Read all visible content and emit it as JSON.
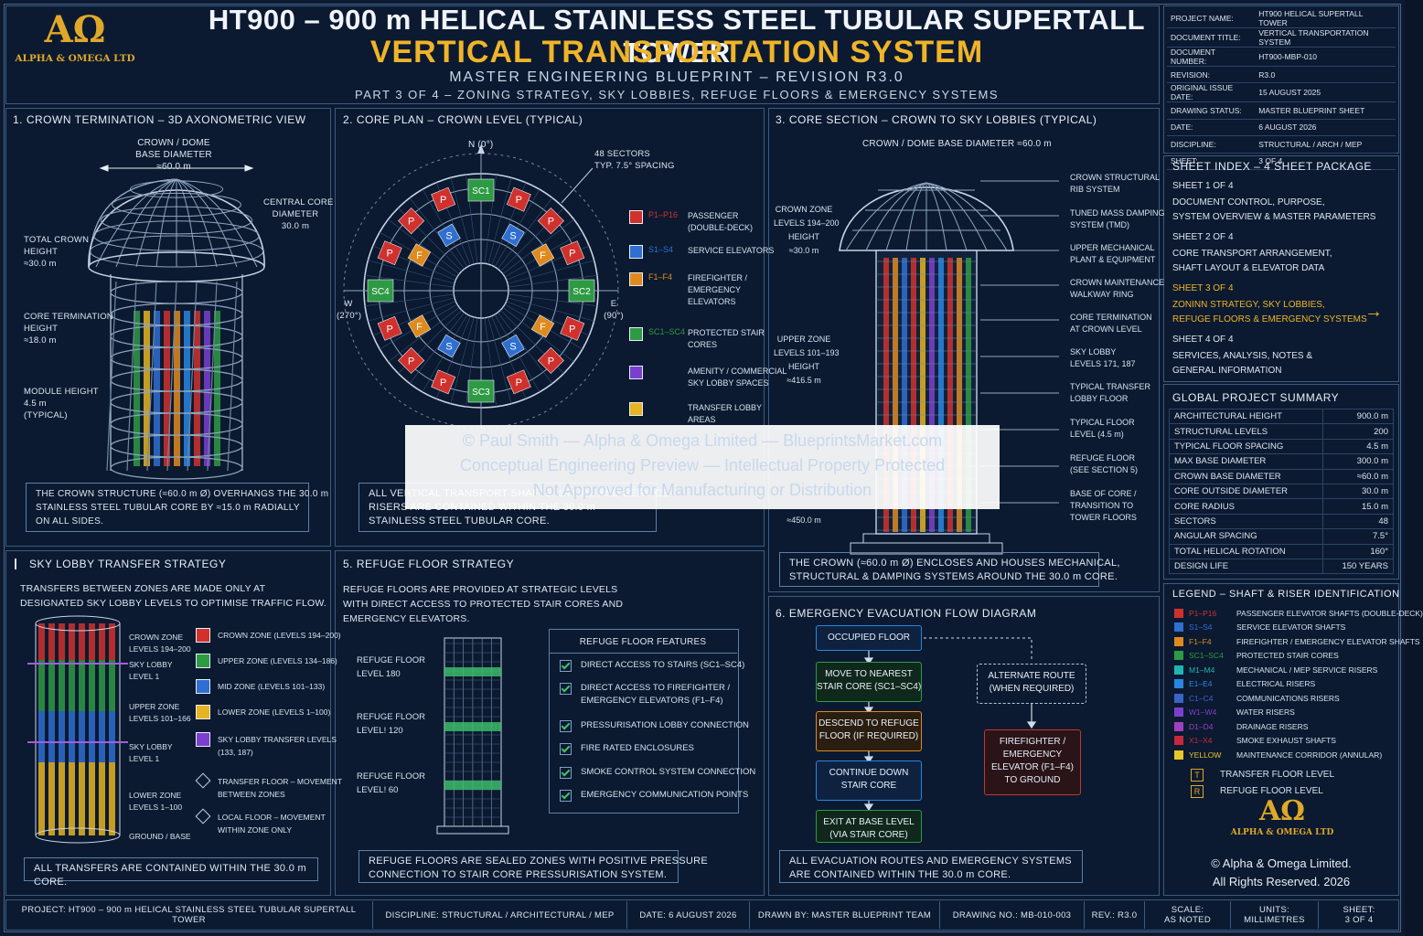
{
  "header": {
    "company": "ALPHA & OMEGA LTD",
    "logo_glyph": "AΩ",
    "title": "HT900 – 900 m HELICAL STAINLESS STEEL TUBULAR SUPERTALL TOWER",
    "subtitle": "VERTICAL TRANSPORTATION SYSTEM",
    "line3": "MASTER ENGINEERING BLUEPRINT – REVISION R3.0",
    "line4": "PART 3 OF 4 – ZONING STRATEGY, SKY LOBBIES, REFUGE FLOORS & EMERGENCY SYSTEMS"
  },
  "doc_info": [
    [
      "PROJECT NAME:",
      "HT900 HELICAL SUPERTALL TOWER"
    ],
    [
      "DOCUMENT TITLE:",
      "VERTICAL TRANSPORTATION SYSTEM"
    ],
    [
      "DOCUMENT NUMBER:",
      "HT900-MBP-010"
    ],
    [
      "REVISION:",
      "R3.0"
    ],
    [
      "ORIGINAL ISSUE DATE:",
      "15 AUGUST 2025"
    ],
    [
      "DRAWING STATUS:",
      "MASTER BLUEPRINT SHEET"
    ],
    [
      "DATE:",
      "6 AUGUST 2026"
    ],
    [
      "DISCIPLINE:",
      "STRUCTURAL / ARCH / MEP"
    ],
    [
      "SHEET:",
      "3 OF 4"
    ]
  ],
  "sheet_index": {
    "title": "SHEET INDEX – 4 SHEET PACKAGE",
    "items": [
      {
        "head": "SHEET 1 OF 4",
        "body": "DOCUMENT CONTROL, PURPOSE,\nSYSTEM OVERVIEW & MASTER PARAMETERS"
      },
      {
        "head": "SHEET 2 OF 4",
        "body": "CORE TRANSPORT ARRANGEMENT,\nSHAFT LAYOUT & ELEVATOR DATA"
      },
      {
        "head": "SHEET 3 OF 4",
        "body": "ZONINN STRATEGY, SKY LOBBIES,\nREFUGE FLOORS & EMERGENCY SYSTEMS"
      },
      {
        "head": "SHEET 4 OF 4",
        "body": "SERVICES, ANALYSIS, NOTES &\nGENERAL INFORMATION"
      }
    ]
  },
  "summary": {
    "title": "GLOBAL PROJECT SUMMARY",
    "rows": [
      [
        "ARCHITECTURAL HEIGHT",
        "900.0 m"
      ],
      [
        "STRUCTURAL LEVELS",
        "200"
      ],
      [
        "TYPICAL FLOOR SPACING",
        "4.5 m"
      ],
      [
        "MAX BASE DIAMETER",
        "300.0 m"
      ],
      [
        "CROWN BASE DIAMETER",
        "≈60.0 m"
      ],
      [
        "CORE OUTSIDE DIAMETER",
        "30.0 m"
      ],
      [
        "CORE RADIUS",
        "15.0 m"
      ],
      [
        "SECTORS",
        "48"
      ],
      [
        "ANGULAR SPACING",
        "7.5°"
      ],
      [
        "TOTAL HELICAL ROTATION",
        "160°"
      ],
      [
        "DESIGN LIFE",
        "150 YEARS"
      ]
    ]
  },
  "legend": {
    "title": "LEGEND – SHAFT & RISER IDENTIFICATION",
    "items": [
      {
        "code": "P1–P16",
        "text": "PASSENGER ELEVATOR SHAFTS (DOUBLE-DECK)",
        "color": "#d0312d"
      },
      {
        "code": "S1–S4",
        "text": "SERVICE ELEVATOR SHAFTS",
        "color": "#2f6fd1"
      },
      {
        "code": "F1–F4",
        "text": "FIREFIGHTER / EMERGENCY ELEVATOR SHAFTS",
        "color": "#e08a1e"
      },
      {
        "code": "SC1–SC4",
        "text": "PROTECTED STAIR CORES",
        "color": "#2e9a44"
      },
      {
        "code": "M1–M4",
        "text": "MECHANICAL / MEP SERVICE RISERS",
        "color": "#1fb5b0"
      },
      {
        "code": "E1–E4",
        "text": "ELECTRICAL RISERS",
        "color": "#2a86e0"
      },
      {
        "code": "C1–C4",
        "text": "COMMUNICATIONS RISERS",
        "color": "#3a63c8"
      },
      {
        "code": "W1–W4",
        "text": "WATER RISERS",
        "color": "#7b3fd0"
      },
      {
        "code": "D1–D4",
        "text": "DRAINAGE RISERS",
        "color": "#a03fc0"
      },
      {
        "code": "X1–X4",
        "text": "SMOKE EXHAUST SHAFTS",
        "color": "#c8283c"
      },
      {
        "code": "YELLOW",
        "text": "MAINTENANCE CORRIDOR (ANNULAR)",
        "color": "#e6c62a"
      }
    ],
    "marks": [
      {
        "letter": "T",
        "text": "TRANSFER FLOOR LEVEL"
      },
      {
        "letter": "R",
        "text": "REFUGE FLOOR LEVEL"
      }
    ],
    "copyright": "© Alpha & Omega Limited.",
    "rights": "All Rights Reserved. 2026"
  },
  "panel1": {
    "title": "1. CROWN TERMINATION – 3D AXONOMETRIC VIEW",
    "dim_crown": "CROWN / DOME\nBASE DIAMETER\n≈60.0 m",
    "dim_core": "CENTRAL CORE\nDIAMETER\n30.0 m",
    "dim_total": "TOTAL CROWN\nHEIGHT\n≈30.0 m",
    "dim_term": "CORE TERMINATION\nHEIGHT\n≈18.0 m",
    "dim_module": "MODULE HEIGHT\n4.5 m\n(TYPICAL)",
    "note": "THE CROWN STRUCTURE (≈60.0 m Ø) OVERHANGS THE 30.0 m\nSTAINLESS STEEL TUBULAR CORE BY ≈15.0 m RADIALLY\nON ALL SIDES."
  },
  "panel2": {
    "title": "2. CORE PLAN – CROWN LEVEL (TYPICAL)",
    "north": "N (0°)",
    "west": "W\n(270°)",
    "east": "E\n(90°)",
    "sectors": "48 SECTORS\nTYP. 7.5° SPACING",
    "stairs": [
      "SC1",
      "SC2",
      "SC3",
      "SC4"
    ],
    "legend": [
      {
        "code": "P1–P16",
        "text": "PASSENGER\n(DOUBLE-DECK)",
        "color": "#d0312d"
      },
      {
        "code": "S1–S4",
        "text": "SERVICE ELEVATORS",
        "color": "#2f6fd1"
      },
      {
        "code": "F1–F4",
        "text": "FIREFIGHTER /\nEMERGENCY\nELEVATORS",
        "color": "#e08a1e"
      },
      {
        "code": "SC1–SC4",
        "text": "PROTECTED STAIR\nCORES",
        "color": "#2e9a44"
      },
      {
        "code": "",
        "text": "AMENITY / COMMERCIAL\nSKY LOBBY SPACES",
        "color": "#7b3fd0"
      },
      {
        "code": "",
        "text": "TRANSFER LOBBY\nAREAS",
        "color": "#e6b422"
      }
    ],
    "note": "ALL VERTICAL TRANSPORT SHAFTS, STAIRS AND SERVICE\nRISERS ARE CONTAINED WITHIN THE 30.0 m\nSTAINLESS STEEL TUBULAR CORE."
  },
  "panel3": {
    "title": "3. CORE SECTION – CROWN TO SKY LOBBIES (TYPICAL)",
    "dim_top": "CROWN / DOME BASE DIAMETER ≈60.0 m",
    "left_labels": [
      "CROWN ZONE\nLEVELS 194–200\nHEIGHT\n≈30.0 m",
      "UPPER ZONE\nLEVELS 101–193\nHEIGHT\n≈416.5 m",
      "≈450.0 m"
    ],
    "right_labels": [
      "CROWN STRUCTURAL\nRIB SYSTEM",
      "TUNED MASS DAMPING\nSYSTEM (TMD)",
      "UPPER MECHANICAL\nPLANT & EQUIPMENT",
      "CROWN MAINTENANCE\nWALKWAY RING",
      "CORE TERMINATION\nAT CROWN LEVEL",
      "SKY LOBBY\nLEVELS 171, 187",
      "TYPICAL TRANSFER\nLOBBY FLOOR",
      "TYPICAL FLOOR\nLEVEL (4.5 m)",
      "REFUGE FLOOR\n(SEE SECTION 5)",
      "BASE OF CORE /\nTRANSITION TO\nTOWER FLOORS"
    ],
    "note": "THE CROWN (≈60.0 m Ø) ENCLOSES AND HOUSES MECHANICAL,\nSTRUCTURAL & DAMPING SYSTEMS AROUND THE 30.0 m CORE."
  },
  "panel4": {
    "title": "SKY LOBBY TRANSFER STRATEGY",
    "intro": "TRANSFERS BETWEEN ZONES ARE MADE ONLY AT\nDESIGNATED SKY LOBBY LEVELS TO OPTIMISE TRAFFIC FLOW.",
    "left_labels": [
      "CROWN ZONE\nLEVELS 194–200",
      "SKY LOBBY\nLEVEL 1",
      "UPPER ZONE\nLEVELS 101–166",
      "SKY LOBBY\nLEVEL 1",
      "LOWER ZONE\nLEVELS 1–100",
      "GROUND / BASE"
    ],
    "legend": [
      {
        "text": "CROWN ZONE (LEVELS 194–200)",
        "color": "#d0312d"
      },
      {
        "text": "UPPER ZONE (LEVELS 134–186)",
        "color": "#2e9a44"
      },
      {
        "text": "MID ZONE (LEVELS 101–133)",
        "color": "#2f6fd1"
      },
      {
        "text": "LOWER ZONE (LEVELS 1–100)",
        "color": "#e6b422"
      },
      {
        "text": "SKY LOBBY TRANSFER LEVELS\n(133, 187)",
        "color": "#7b3fd0"
      },
      {
        "text": "TRANSFER FLOOR – MOVEMENT\nBETWEEN ZONES",
        "color": ""
      },
      {
        "text": "LOCAL FLOOR – MOVEMENT\nWITHIN ZONE ONLY",
        "color": ""
      }
    ],
    "note": "ALL TRANSFERS ARE CONTAINED WITHIN THE 30.0 m CORE."
  },
  "panel5": {
    "title": "5. REFUGE FLOOR STRATEGY",
    "intro": "REFUGE FLOORS ARE PROVIDED AT STRATEGIC LEVELS\nWITH DIRECT ACCESS TO PROTECTED STAIR CORES AND\nEMERGENCY ELEVATORS.",
    "levels": [
      "REFUGE FLOOR\nLEVEL 180",
      "REFUGE FLOOR\nLEVEL! 120",
      "REFUGE FLOOR\nLEVEL! 60"
    ],
    "features_title": "REFUGE FLOOR FEATURES",
    "features": [
      "DIRECT ACCESS TO STAIRS (SC1–SC4)",
      "DIRECT ACCESS TO FIREFIGHTER /\nEMERGENCY ELEVATORS (F1–F4)",
      "PRESSURISATION LOBBY CONNECTION",
      "FIRE RATED ENCLOSURES",
      "SMOKE CONTROL SYSTEM CONNECTION",
      "EMERGENCY COMMUNICATION POINTS"
    ],
    "note": "REFUGE FLOORS ARE SEALED ZONES WITH POSITIVE PRESSURE\nCONNECTION TO STAIR CORE PRESSURISATION SYSTEM."
  },
  "panel6": {
    "title": "6. EMERGENCY EVACUATION FLOW DIAGRAM",
    "steps": [
      "OCCUPIED FLOOR",
      "MOVE TO NEAREST\nSTAIR CORE (SC1–SC4)",
      "DESCEND TO REFUGE\nFLOOR (IF REQUIRED)",
      "CONTINUE DOWN\nSTAIR CORE",
      "EXIT AT BASE LEVEL\n(VIA STAIR CORE)"
    ],
    "alt": "ALTERNATE ROUTE\n(WHEN REQUIRED)",
    "fire": "FIREFIGHTER /\nEMERGENCY\nELEVATOR (F1–F4)\nTO GROUND",
    "note": "ALL EVACUATION ROUTES AND EMERGENCY SYSTEMS\nARE CONTAINED WITHIN THE 30.0 m CORE."
  },
  "watermark": {
    "l1": "© Paul Smith — Alpha & Omega Limited — BlueprintsMarket.com",
    "l2": "Conceptual Engineering Preview — Intellectual Property Protected",
    "l3": "Not Approved for Manufacturing or Distribution"
  },
  "title_block": {
    "project": "PROJECT: HT900 – 900 m HELICAL STAINLESS STEEL TUBULAR SUPERTALL TOWER",
    "discipline": "DISCIPLINE: STRUCTURAL / ARCHITECTURAL / MEP",
    "date": "DATE: 6 AUGUST 2026",
    "drawn": "DRAWN BY: MASTER BLUEPRINT TEAM",
    "drawing_no": "DRAWING NO.: MB-010-003",
    "rev": "REV.: R3.0",
    "scale": "SCALE:\nAS NOTED",
    "units": "UNITS:\nMILLIMETRES",
    "sheet": "SHEET:\n3 OF 4"
  }
}
